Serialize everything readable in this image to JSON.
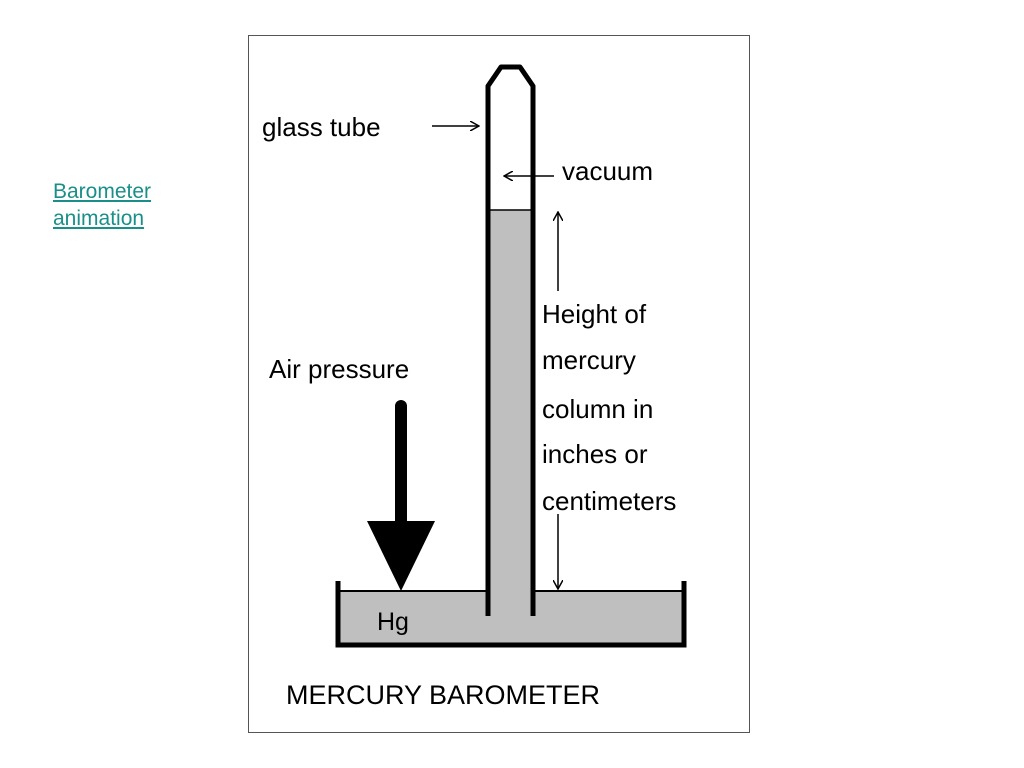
{
  "link": {
    "line1": "Barometer",
    "line2": "animation",
    "color": "#1a8f8a"
  },
  "diagram": {
    "colors": {
      "mercury": "#bfbfbf",
      "line": "#000000",
      "background": "#ffffff"
    },
    "labels": {
      "glass_tube": "glass tube",
      "vacuum": "vacuum",
      "air_pressure": "Air pressure",
      "height_line1": "Height of",
      "height_line2": "mercury",
      "height_line3": "column in",
      "height_line4": "inches or",
      "height_line5": "centimeters",
      "hg": "Hg",
      "caption": "MERCURY BAROMETER"
    }
  }
}
